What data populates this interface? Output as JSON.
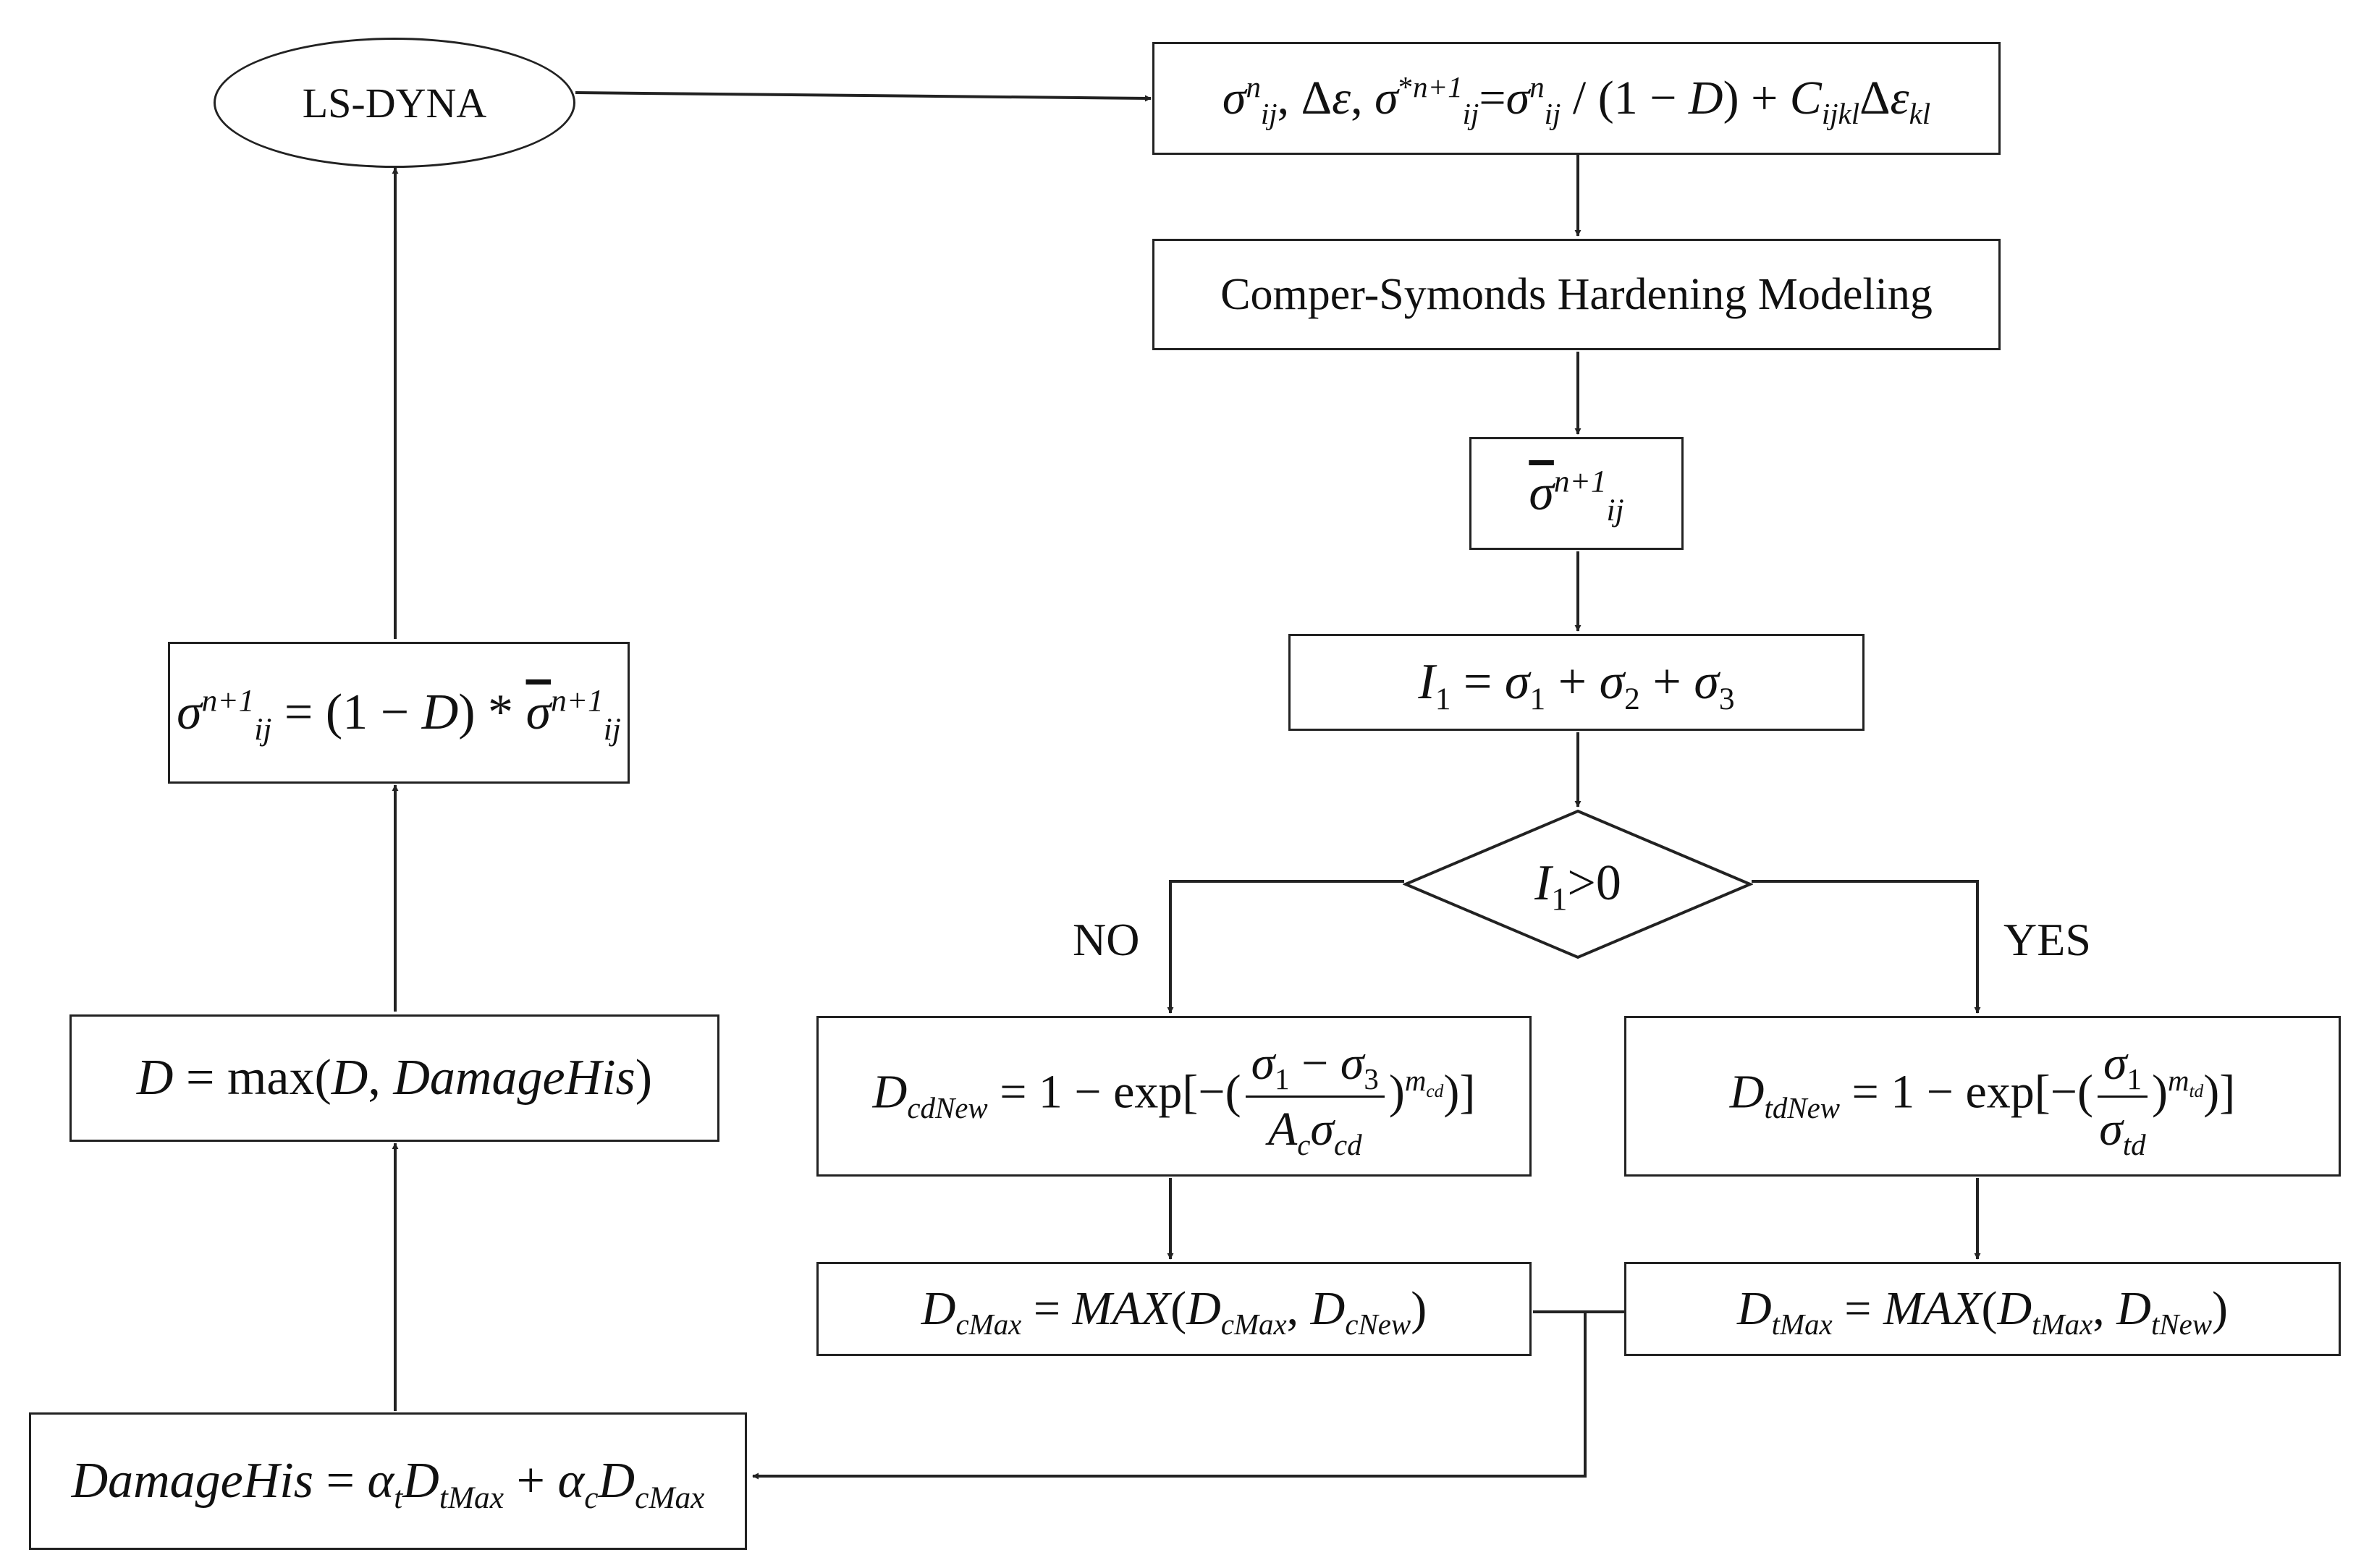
{
  "nodes": {
    "lsdyna": "LS-DYNA",
    "comper": "Comper-Symonds Hardening Modeling"
  },
  "labels": {
    "no": "NO",
    "yes": "YES"
  },
  "colors": {
    "line": "#222222",
    "background": "#ffffff",
    "text": "#111111"
  }
}
